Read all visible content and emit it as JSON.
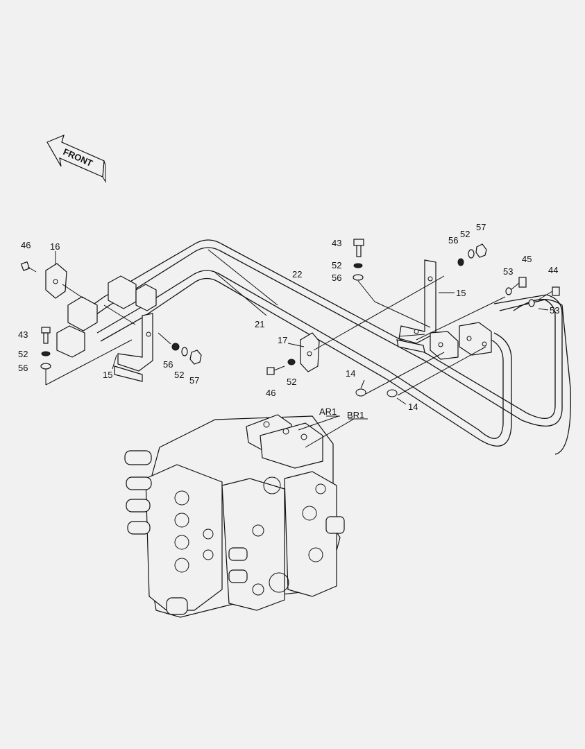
{
  "direction_arrow": {
    "text": "FRONT"
  },
  "callouts": [
    {
      "id": "c46a",
      "text": "46"
    },
    {
      "id": "c16",
      "text": "16"
    },
    {
      "id": "c43a",
      "text": "43"
    },
    {
      "id": "c52a",
      "text": "52"
    },
    {
      "id": "c56a",
      "text": "56"
    },
    {
      "id": "c15a",
      "text": "15"
    },
    {
      "id": "c56b",
      "text": "56"
    },
    {
      "id": "c52b",
      "text": "52"
    },
    {
      "id": "c57a",
      "text": "57"
    },
    {
      "id": "c22",
      "text": "22"
    },
    {
      "id": "c21",
      "text": "21"
    },
    {
      "id": "c17",
      "text": "17"
    },
    {
      "id": "c46b",
      "text": "46"
    },
    {
      "id": "c52c",
      "text": "52"
    },
    {
      "id": "c43b",
      "text": "43"
    },
    {
      "id": "c52d",
      "text": "52"
    },
    {
      "id": "c56c",
      "text": "56"
    },
    {
      "id": "c56d",
      "text": "56"
    },
    {
      "id": "c52e",
      "text": "52"
    },
    {
      "id": "c57b",
      "text": "57"
    },
    {
      "id": "c15b",
      "text": "15"
    },
    {
      "id": "c53a",
      "text": "53"
    },
    {
      "id": "c45",
      "text": "45"
    },
    {
      "id": "c44",
      "text": "44"
    },
    {
      "id": "c53b",
      "text": "53"
    },
    {
      "id": "c14a",
      "text": "14"
    },
    {
      "id": "c14b",
      "text": "14"
    },
    {
      "id": "cAR1",
      "text": "AR1"
    },
    {
      "id": "cBR1",
      "text": "BR1"
    }
  ]
}
